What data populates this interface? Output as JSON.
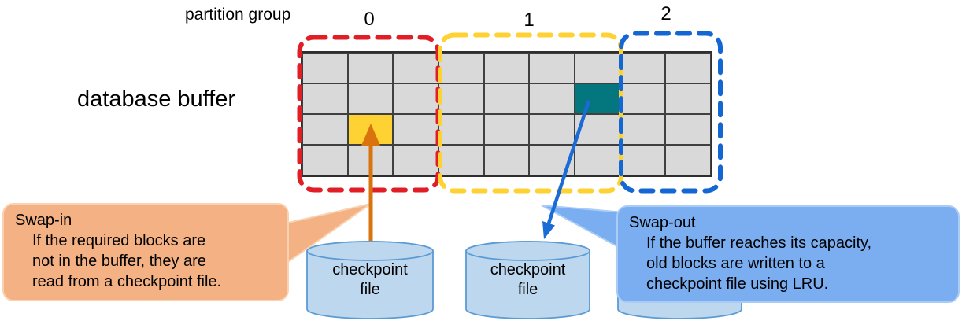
{
  "header": {
    "partition_group_label": "partition group",
    "group_numbers": [
      "0",
      "1",
      "2"
    ]
  },
  "buffer": {
    "label": "database buffer",
    "grid": {
      "rows": 4,
      "cols": 9,
      "highlights": [
        {
          "row": 2,
          "col": 1,
          "color": "yellow_block",
          "name": "swap-in-block"
        },
        {
          "row": 1,
          "col": 6,
          "color": "teal_block",
          "name": "swap-out-block"
        }
      ]
    }
  },
  "cylinders": [
    {
      "label_line1": "checkpoint",
      "label_line2": "file"
    },
    {
      "label_line1": "checkpoint",
      "label_line2": "file"
    },
    {
      "label_line1": "",
      "label_line2": ""
    }
  ],
  "callouts": {
    "swap_in": {
      "title": "Swap-in",
      "lines": [
        "If the required blocks are",
        "not in the buffer, they are",
        "read from a checkpoint file."
      ]
    },
    "swap_out": {
      "title": "Swap-out",
      "lines": [
        "If the buffer reaches its capacity,",
        "old blocks are written to a",
        "checkpoint file using LRU."
      ]
    }
  },
  "colors": {
    "cell_gray": "#D9D9D9",
    "grid_line": "#404040",
    "yellow_block": "#FFD234",
    "teal_block": "#04767E",
    "group0_red": "#E11E25",
    "group1_yellow": "#FFD234",
    "group2_blue": "#1467D2",
    "orange_arrow": "#D9730D",
    "blue_arrow": "#1B6BD6",
    "cylinder_fill": "#BDD7EE",
    "cylinder_border": "#5B9BD5",
    "swap_in_fill": "#F4B183",
    "swap_in_border": "#F9D2B2",
    "swap_out_fill": "#7AAEF0",
    "swap_out_border": "#A9CCF6",
    "text": "#000000"
  }
}
